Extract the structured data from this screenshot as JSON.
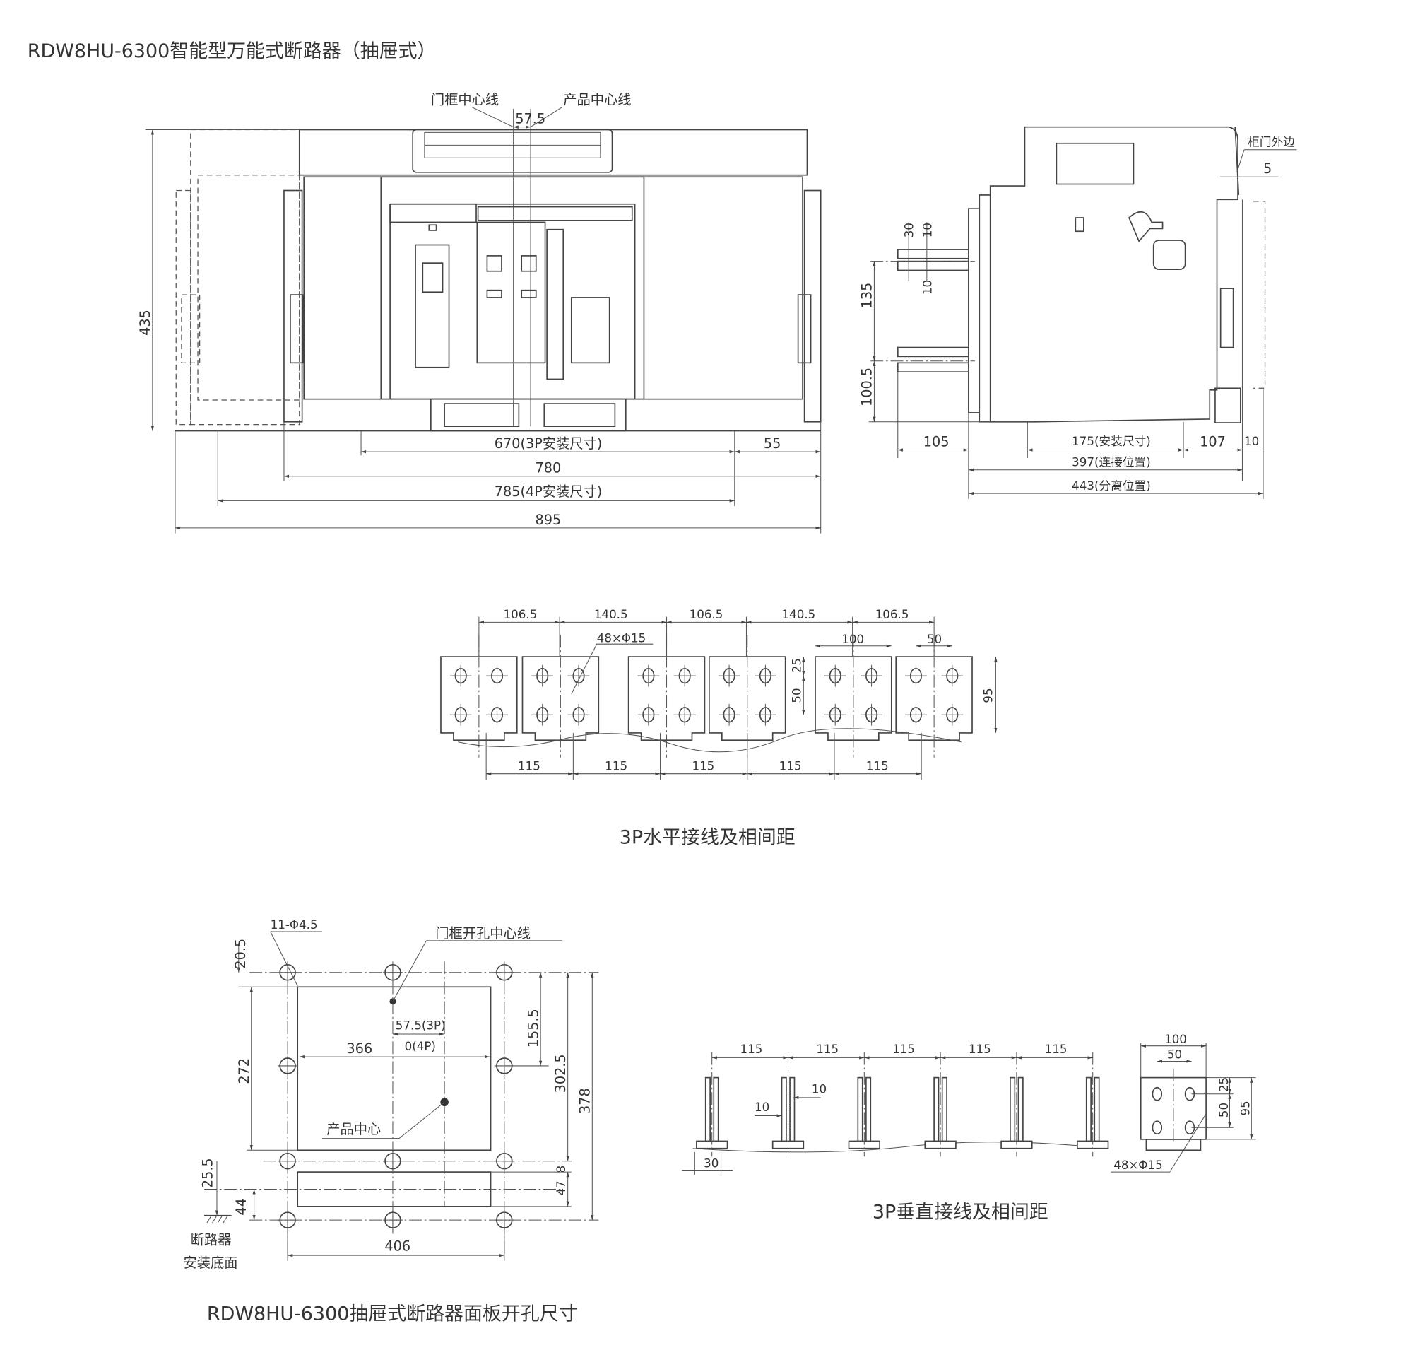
{
  "title": "RDW8HU-6300智能型万能式断路器（抽屉式）",
  "front_view": {
    "door_frame_centerline": "门框中心线",
    "product_centerline": "产品中心线",
    "dim_offset": "57.5",
    "dim_height": "435",
    "dim_3p_mount": "670(3P安装尺寸)",
    "dim_right": "55",
    "dim_780": "780",
    "dim_4p_mount": "785(4P安装尺寸)",
    "dim_895": "895"
  },
  "side_view": {
    "cabinet_door_edge": "柜门外边",
    "dim_5": "5",
    "dim_30": "30",
    "dim_10_top": "10",
    "dim_10_bottom": "10",
    "dim_135": "135",
    "dim_100_5": "100.5",
    "dim_105": "105",
    "dim_175": "175(安装尺寸)",
    "dim_107": "107",
    "dim_10_right": "10",
    "dim_397": "397(连接位置)",
    "dim_443": "443(分离位置)"
  },
  "horizontal_wiring": {
    "top_dims": [
      "106.5",
      "140.5",
      "106.5",
      "140.5",
      "106.5"
    ],
    "hole_note": "48×Φ15",
    "dim_100": "100",
    "dim_50_h": "50",
    "dim_25": "25",
    "dim_50_v": "50",
    "dim_95": "95",
    "bottom_dims": [
      "115",
      "115",
      "115",
      "115",
      "115"
    ],
    "caption": "3P水平接线及相间距"
  },
  "panel_cutout": {
    "hole_note": "11-Φ4.5",
    "door_cutout_centerline": "门框开孔中心线",
    "dim_20_5": "20.5",
    "dim_272": "272",
    "dim_155_5": "155.5",
    "dim_302_5": "302.5",
    "dim_378": "378",
    "dim_366": "366",
    "dim_3p": "57.5(3P)",
    "dim_4p": "0(4P)",
    "product_center": "产品中心",
    "dim_25_5": "25.5",
    "dim_44": "44",
    "dim_8": "8",
    "dim_47": "47",
    "mount_surface_line1": "断路器",
    "mount_surface_line2": "安装底面",
    "dim_406": "406",
    "caption": "RDW8HU-6300抽屉式断路器面板开孔尺寸"
  },
  "vertical_wiring": {
    "top_dims": [
      "115",
      "115",
      "115",
      "115",
      "115"
    ],
    "dim_10_a": "10",
    "dim_10_b": "10",
    "dim_30": "30",
    "dim_100": "100",
    "dim_50_h": "50",
    "dim_25": "25",
    "dim_50_v": "50",
    "dim_95": "95",
    "hole_note": "48×Φ15",
    "caption": "3P垂直接线及相间距"
  }
}
